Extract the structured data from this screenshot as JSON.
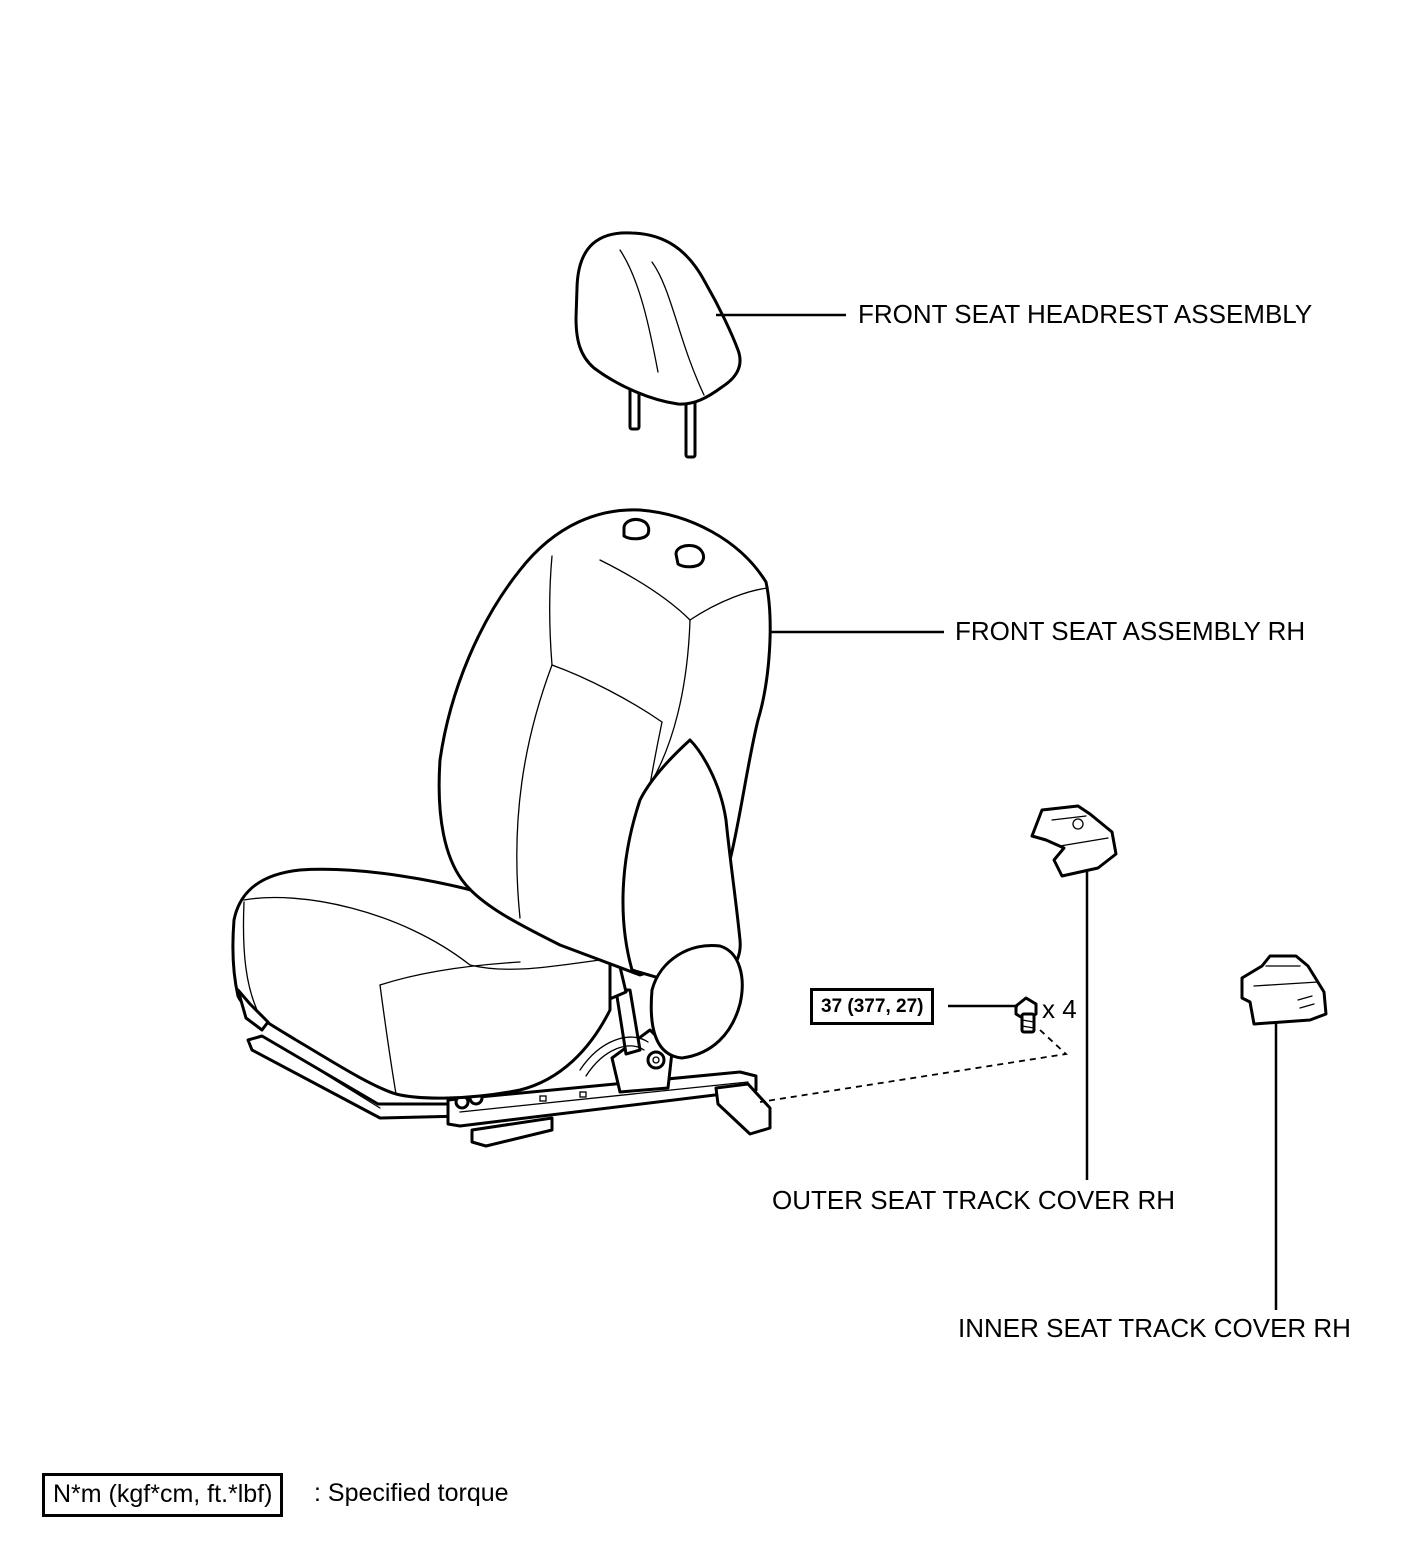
{
  "labels": {
    "headrest": "FRONT SEAT HEADREST ASSEMBLY",
    "seat": "FRONT SEAT ASSEMBLY RH",
    "outer_cover": "OUTER SEAT TRACK COVER RH",
    "inner_cover": "INNER SEAT TRACK COVER RH"
  },
  "torque": {
    "value": "37 (377, 27)",
    "quantity": "x 4"
  },
  "legend": {
    "unit": "N*m (kgf*cm, ft.*lbf)",
    "description": ": Specified torque"
  }
}
